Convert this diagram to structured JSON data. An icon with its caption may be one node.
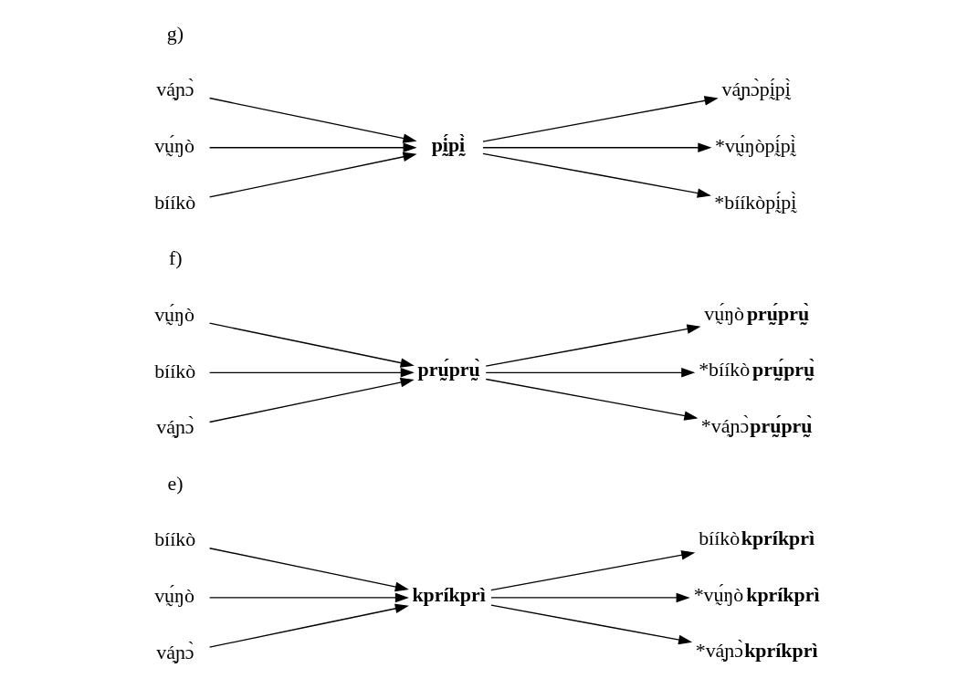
{
  "diagram": {
    "nodes": [
      {
        "text": [
          "bííkò"
        ]
      },
      {
        "text": [
          "vṵ́ŋò"
        ]
      },
      {
        "text": [
          "vá̰ɲɔ̀"
        ]
      },
      {
        "text": [
          "kpríkprì"
        ]
      },
      {
        "text": [
          "bííkò**kpríkprì**"
        ]
      },
      {
        "text": [
          "*vṵ́ŋò**kpríkprì**"
        ]
      },
      {
        "text": [
          "*vá̰ɲɔ̀**kpríkprì**"
        ]
      },
      {
        "text": [
          "vṵ́ŋò"
        ]
      },
      {
        "text": [
          "bííkò"
        ]
      },
      {
        "text": [
          "vá̰ɲɔ̀"
        ]
      },
      {
        "text": [
          "prṵ́prṵ̀"
        ]
      },
      {
        "text": [
          "vṵ́ŋò**prṵ́prṵ̀**"
        ]
      },
      {
        "text": [
          "*bííkò**prṵ́prṵ̀**"
        ]
      },
      {
        "text": [
          "*vá̰ɲɔ̀**prṵ́prṵ̀**"
        ]
      },
      {
        "text": [
          "vá̰ɲɔ̀"
        ]
      },
      {
        "text": [
          "vṵ́ŋò"
        ]
      },
      {
        "text": [
          "bííkò"
        ]
      },
      {
        "text": [
          "pḭ́pḭ̀"
        ]
      },
      {
        "text": [
          "vá̰ɲɔ̀pḭ́pḭ̀"
        ]
      },
      {
        "text": [
          "*vṵ́ŋòpḭ́pḭ̀"
        ]
      },
      {
        "text": [
          "*bííkòpḭ́pḭ̀"
        ]
      }
    ],
    "edges": [
      {
        "from": 0,
        "to": 3,
        "arrow": "to"
      },
      {
        "from": 1,
        "to": 3,
        "arrow": "to"
      },
      {
        "from": 2,
        "to": 3,
        "arrow": "to"
      },
      {
        "from": 3,
        "to": 4,
        "arrow": "to"
      },
      {
        "from": 3,
        "to": 5,
        "arrow": "to"
      },
      {
        "from": 3,
        "to": 6,
        "arrow": "to"
      },
      {
        "from": 7,
        "to": 10,
        "arrow": "to"
      },
      {
        "from": 8,
        "to": 10,
        "arrow": "to"
      },
      {
        "from": 9,
        "to": 10,
        "arrow": "to"
      },
      {
        "from": 10,
        "to": 11,
        "arrow": "to"
      },
      {
        "from": 10,
        "to": 12,
        "arrow": "to"
      },
      {
        "from": 10,
        "to": 13,
        "arrow": "to"
      },
      {
        "from": 14,
        "to": 17,
        "arrow": "to"
      },
      {
        "from": 15,
        "to": 17,
        "arrow": "to"
      },
      {
        "from": 16,
        "to": 17,
        "arrow": "to"
      },
      {
        "from": 17,
        "to": 18,
        "arrow": "to"
      },
      {
        "from": 17,
        "to": 19,
        "arrow": "to"
      },
      {
        "from": 17,
        "to": 20,
        "arrow": "to"
      }
    ],
    "labels": [
      "e)",
      "f)",
      "g)"
    ]
  }
}
